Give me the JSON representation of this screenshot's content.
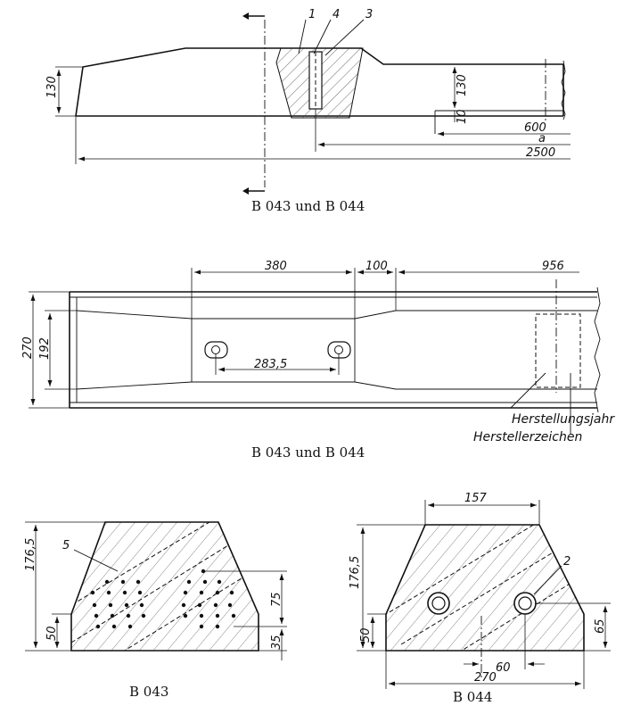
{
  "top_view": {
    "callouts": [
      "1",
      "4",
      "3"
    ],
    "dims": {
      "h_left": "130",
      "h_right": "130",
      "step": "10",
      "len_600": "600",
      "len_a": "a",
      "len_total": "2500"
    },
    "caption": "B 043  und B 044"
  },
  "middle_view": {
    "dims": {
      "len_380": "380",
      "len_100": "100",
      "len_956": "956",
      "width_270": "270",
      "width_192": "192",
      "spacing": "283,5"
    },
    "notes": {
      "year": "Herstellungsjahr",
      "maker": "Herstellerzeichen"
    },
    "caption": "B 043  und B 044"
  },
  "section_b043": {
    "callout": "5",
    "dims": {
      "height": "176,5",
      "base": "50",
      "d75": "75",
      "d35": "35"
    },
    "caption": "B 043"
  },
  "section_b044": {
    "callout": "2",
    "dims": {
      "top": "157",
      "height": "176,5",
      "base": "50",
      "d65": "65",
      "d60": "60",
      "width": "270"
    },
    "caption": "B 044"
  }
}
